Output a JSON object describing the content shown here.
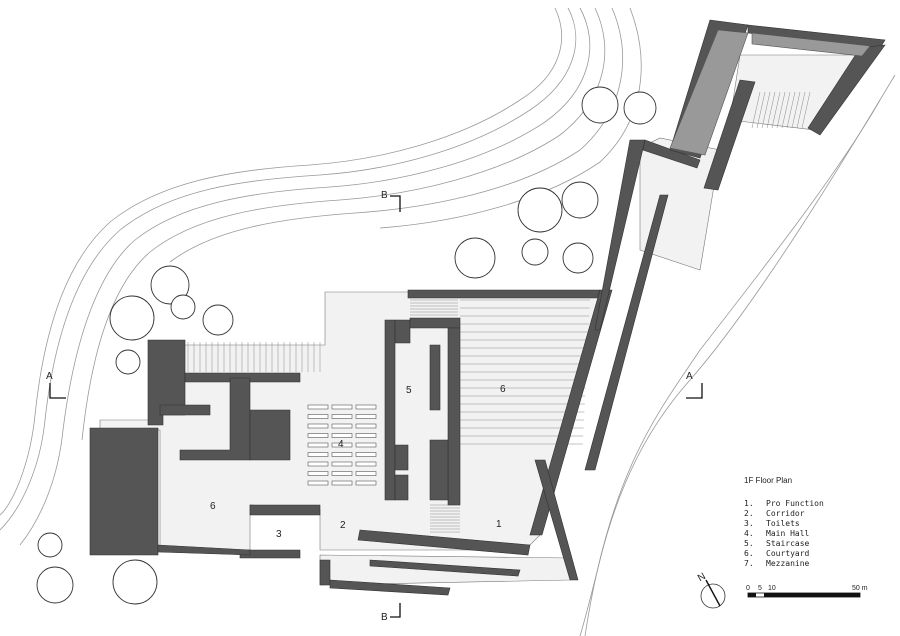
{
  "legend": {
    "title": "1F   Floor Plan",
    "items": [
      {
        "num": "1.",
        "label": "Pro Function"
      },
      {
        "num": "2.",
        "label": "Corridor"
      },
      {
        "num": "3.",
        "label": "Toilets"
      },
      {
        "num": "4.",
        "label": "Main Hall"
      },
      {
        "num": "5.",
        "label": "Staircase"
      },
      {
        "num": "6.",
        "label": "Courtyard"
      },
      {
        "num": "7.",
        "label": "Mezzanine"
      }
    ]
  },
  "room_labels": [
    "1",
    "2",
    "3",
    "4",
    "5",
    "6",
    "6"
  ],
  "section_markers": {
    "a_left": "A",
    "a_right": "A",
    "b_top": "B",
    "b_bottom": "B"
  },
  "scale_bar": {
    "ticks": [
      "0",
      "5",
      "10"
    ],
    "end": "50 m"
  },
  "north": "N",
  "colors": {
    "wall": "#555555",
    "floor": "#f2f2f2",
    "line": "#333333"
  }
}
